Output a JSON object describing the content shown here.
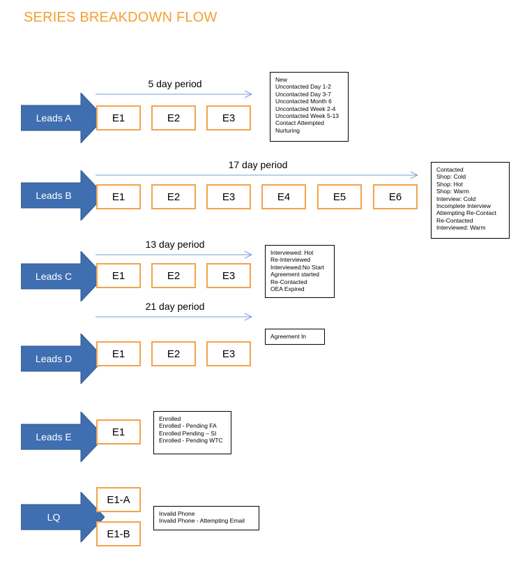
{
  "title": "SERIES BREAKDOWN FLOW",
  "colors": {
    "arrow": "#3f6fb0",
    "box_border": "#f4a24b",
    "timeline": "#7a9fd6",
    "title": "#f59f32"
  },
  "rows": [
    {
      "lead": "Leads A",
      "period": "5 day period",
      "emails": [
        "E1",
        "E2",
        "E3"
      ],
      "statuses": [
        "New",
        "Uncontacted Day 1-2",
        "Uncontacted Day 3-7",
        "Uncontacted Month 6",
        "Uncontacted Week 2-4",
        "Uncontacted Week 5-13",
        "Contact Attempted",
        "Nurturing"
      ]
    },
    {
      "lead": "Leads B",
      "period": "17 day period",
      "emails": [
        "E1",
        "E2",
        "E3",
        "E4",
        "E5",
        "E6"
      ],
      "statuses": [
        "Contacted",
        "Shop: Cold",
        "Shop: Hot",
        "Shop: Warm",
        "Interview: Cold",
        "Incomplete Interview",
        "Attempting Re-Contact",
        "Re-Contacted",
        "Interviewed: Warm"
      ]
    },
    {
      "lead": "Leads C",
      "period": "13 day period",
      "emails": [
        "E1",
        "E2",
        "E3"
      ],
      "statuses": [
        "Interviewed: Hot",
        "Re-Interviewed",
        "Interviewed:No Start",
        "Agreement started",
        "Re-Contacted",
        "OEA Expired"
      ]
    },
    {
      "lead": "Leads D",
      "period": "21 day period",
      "emails": [
        "E1",
        "E2",
        "E3"
      ],
      "statuses": [
        "Agreement In"
      ]
    },
    {
      "lead": "Leads E",
      "emails": [
        "E1"
      ],
      "statuses": [
        "Enrolled",
        "Enrolled - Pending FA",
        "Enrolled Pending – SI",
        "Enrolled - Pending WTC"
      ]
    },
    {
      "lead": "LQ",
      "emails": [
        "E1-A",
        "E1-B"
      ],
      "statuses": [
        "Invalid Phone",
        "Invalid Phone - Attempting Email"
      ]
    }
  ]
}
